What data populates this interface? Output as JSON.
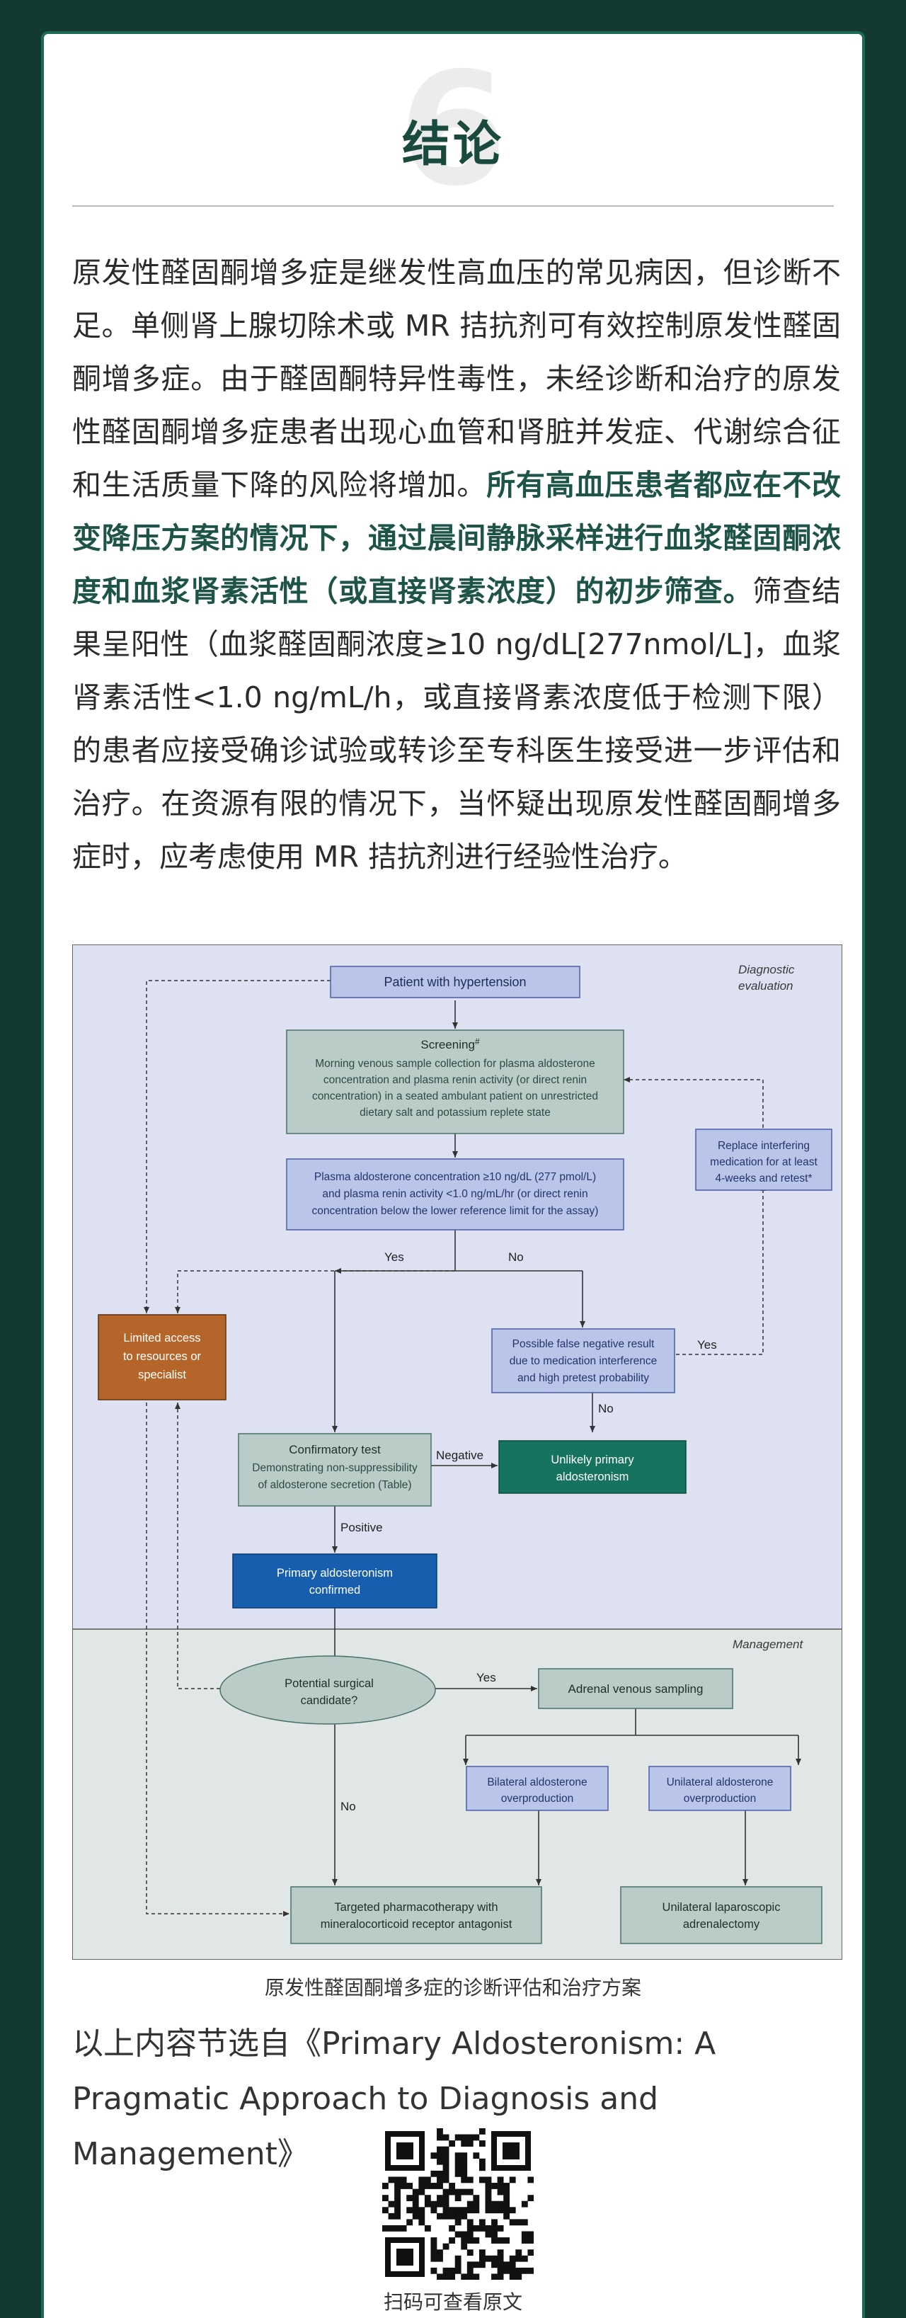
{
  "section": {
    "number": "6",
    "title": "结论"
  },
  "body": {
    "text_before": "原发性醛固酮增多症是继发性高血压的常见病因，但诊断不足。单侧肾上腺切除术或 MR 拮抗剂可有效控制原发性醛固酮增多症。由于醛固酮特异性毒性，未经诊断和治疗的原发性醛固酮增多症患者出现心血管和肾脏并发症、代谢综合征和生活质量下降的风险将增加。",
    "highlight": "所有高血压患者都应在不改变降压方案的情况下，通过晨间静脉采样进行血浆醛固酮浓度和血浆肾素活性（或直接肾素浓度）的初步筛查。",
    "text_after": "筛查结果呈阳性（血浆醛固酮浓度≥10 ng/dL[277nmol/L]，血浆肾素活性<1.0 ng/mL/h，或直接肾素浓度低于检测下限）的患者应接受确诊试验或转诊至专科医生接受进一步评估和治疗。在资源有限的情况下，当怀疑出现原发性醛固酮增多症时，应考虑使用 MR 拮抗剂进行经验性治疗。"
  },
  "flowchart": {
    "section_diag": [
      "Diagnostic",
      "evaluation"
    ],
    "section_mgmt": "Management",
    "patient": "Patient with hypertension",
    "screening_title": "Screening",
    "screening_mark": "#",
    "screening_lines": [
      "Morning venous sample collection for plasma aldosterone",
      "concentration and plasma renin activity (or direct renin",
      "concentration) in a seated ambulant patient on unrestricted",
      "dietary salt and potassium replete state"
    ],
    "criteria_lines": [
      "Plasma aldosterone concentration ≥10 ng/dL (277 pmol/L)",
      "and plasma renin activity <1.0 ng/mL/hr (or direct renin",
      "concentration below the lower reference limit for the assay)"
    ],
    "replace_lines": [
      "Replace interfering",
      "medication for at least",
      "4-weeks and retest*"
    ],
    "yes": "Yes",
    "no": "No",
    "limited_lines": [
      "Limited access",
      "to resources or",
      "specialist"
    ],
    "false_neg_lines": [
      "Possible false negative result",
      "due to medication interference",
      "and high pretest probability"
    ],
    "confirm_title": "Confirmatory test",
    "confirm_lines": [
      "Demonstrating non-suppressibility",
      "of aldosterone secretion (Table)"
    ],
    "negative": "Negative",
    "unlikely_lines": [
      "Unlikely primary",
      "aldosteronism"
    ],
    "positive": "Positive",
    "confirmed_lines": [
      "Primary aldosteronism",
      "confirmed"
    ],
    "surgical_lines": [
      "Potential surgical",
      "candidate?"
    ],
    "avs": "Adrenal venous sampling",
    "bilateral_lines": [
      "Bilateral aldosterone",
      "overproduction"
    ],
    "unilateral_lines": [
      "Unilateral aldosterone",
      "overproduction"
    ],
    "pharma_lines": [
      "Targeted pharmacotherapy with",
      "mineralocorticoid receptor antagonist"
    ],
    "lap_lines": [
      "Unilateral laparoscopic",
      "adrenalectomy"
    ]
  },
  "caption": "原发性醛固酮增多症的诊断评估和治疗方案",
  "source_text": "以上内容节选自《Primary Aldosteronism: A Pragmatic Approach to Diagnosis and Management》",
  "qr_label": "扫码可查看原文",
  "colors": {
    "background": "#123a30",
    "accent": "#1d5447",
    "limited_box": "#b5652a",
    "unlikely_box": "#16735f",
    "confirmed_box": "#175fae"
  }
}
